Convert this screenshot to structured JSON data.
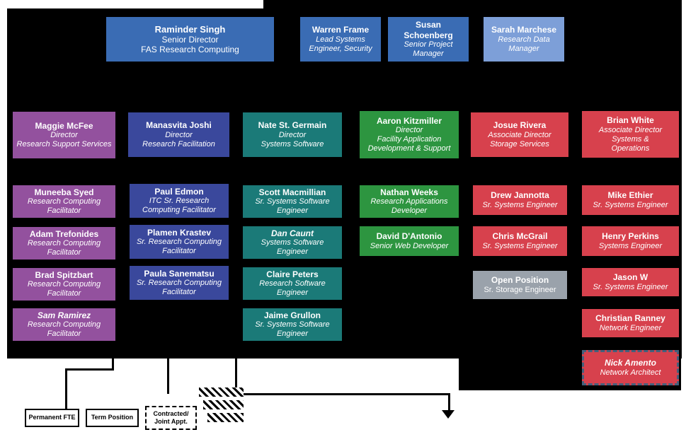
{
  "top_row": [
    {
      "name": "Raminder Singh",
      "title": "Senior Director\nFAS Research Computing"
    },
    {
      "name": "Warren Frame",
      "title": "Lead Systems Engineer, Security"
    },
    {
      "name": "Susan\nSchoenberg",
      "title": "Senior Project Manager"
    },
    {
      "name": "Sarah Marchese",
      "title": "Research Data Manager"
    }
  ],
  "directors": [
    {
      "name": "Maggie McFee",
      "title": "Director\nResearch Support Services"
    },
    {
      "name": "Manasvita Joshi",
      "title": "Director\nResearch Facilitation"
    },
    {
      "name": "Nate St. Germain",
      "title": "Director\nSystems Software"
    },
    {
      "name": "Aaron Kitzmiller",
      "title": "Director\nFacility Application Development & Support"
    },
    {
      "name": "Josue Rivera",
      "title": "Associate Director\nStorage Services"
    },
    {
      "name": "Brian White",
      "title": "Associate Director\nSystems &\nOperations"
    }
  ],
  "staff": {
    "research_support": [
      {
        "name": "Muneeba Syed",
        "title": "Research Computing Facilitator",
        "type": "permanent"
      },
      {
        "name": "Adam Trefonides",
        "title": "Research Computing Facilitator",
        "type": "permanent"
      },
      {
        "name": "Brad Spitzbart",
        "title": "Research Computing Facilitator",
        "type": "permanent"
      },
      {
        "name": "Sam Ramirez",
        "title": "Research Computing Facilitator",
        "type": "term"
      }
    ],
    "research_facilitation": [
      {
        "name": "Paul Edmon",
        "title": "ITC Sr. Research Computing Facilitator",
        "type": "permanent"
      },
      {
        "name": "Plamen Krastev",
        "title": "Sr. Research Computing Facilitator",
        "type": "permanent"
      },
      {
        "name": "Paula Sanematsu",
        "title": "Sr. Research Computing Facilitator",
        "type": "permanent"
      }
    ],
    "systems_software": [
      {
        "name": "Scott Macmillian",
        "title": "Sr. Systems Software Engineer",
        "type": "permanent"
      },
      {
        "name": "Dan Caunt",
        "title": "Systems Software Engineer",
        "type": "term"
      },
      {
        "name": "Claire Peters",
        "title": "Research Software Engineer",
        "type": "permanent"
      },
      {
        "name": "Jaime Grullon",
        "title": "Sr. Systems Software Engineer",
        "type": "permanent"
      }
    ],
    "application_development": [
      {
        "name": "Nathan Weeks",
        "title": "Research Applications Developer",
        "type": "permanent"
      },
      {
        "name": "David D'Antonio",
        "title": "Senior Web Developer",
        "type": "permanent"
      }
    ],
    "storage": [
      {
        "name": "Drew Jannotta",
        "title": "Sr. Systems Engineer",
        "type": "permanent"
      },
      {
        "name": "Chris McGrail",
        "title": "Sr. Systems Engineer",
        "type": "permanent"
      },
      {
        "name": "Open Position",
        "title": "Sr. Storage Engineer",
        "type": "open"
      }
    ],
    "systems_operations": [
      {
        "name": "Mike Ethier",
        "title": "Sr. Systems Engineer",
        "type": "permanent"
      },
      {
        "name": "Henry Perkins",
        "title": "Systems Engineer",
        "type": "permanent"
      },
      {
        "name": "Jason W",
        "title": "Sr. Systems Engineer",
        "type": "permanent"
      },
      {
        "name": "Christian Ranney",
        "title": "Network Engineer",
        "type": "permanent"
      },
      {
        "name": "Nick Amento",
        "title": "Network Architect",
        "type": "contracted"
      }
    ]
  },
  "legend": {
    "permanent": "Permanent FTE",
    "term": "Term Position",
    "contracted": "Contracted/\nJoint Appt."
  },
  "colors": {
    "blue": "#3a6cb4",
    "light_blue": "#7d9fd8",
    "purple": "#93519e",
    "indigo": "#3a489c",
    "teal": "#1b7a78",
    "green": "#2d9540",
    "red": "#d7414d",
    "gray": "#9aa2ab",
    "background": "#000000",
    "contracted_border": "#44607c"
  }
}
